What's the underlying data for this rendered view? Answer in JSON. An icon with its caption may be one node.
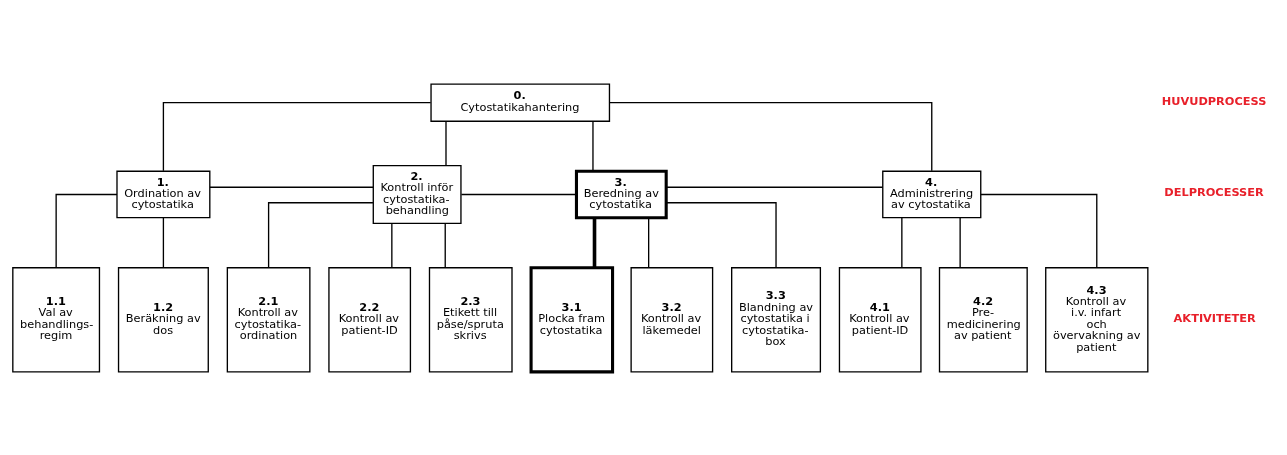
{
  "diagram": {
    "nodes": [
      {
        "text": [
          "0.",
          "Cytostatikahantering"
        ]
      },
      {
        "text": [
          "1.",
          "Ordination av cytostatika"
        ]
      },
      {
        "text": [
          "2.",
          "Kontroll inför cytostatika- behandling"
        ]
      },
      {
        "text": [
          "3.",
          "Beredning av cytostatika"
        ]
      },
      {
        "text": [
          "4.",
          "Administrering av cytostatika"
        ]
      },
      {
        "text": [
          "1.1",
          "Val av behandlings- regim"
        ]
      },
      {
        "text": [
          "1.2",
          "Beräkning av dos"
        ]
      },
      {
        "text": [
          "2.1",
          "Kontroll av cytostatika- ordination"
        ]
      },
      {
        "text": [
          "2.2",
          "Kontroll av patient-ID"
        ]
      },
      {
        "text": [
          "2.3",
          "Etikett till påse/spruta skrivs"
        ]
      },
      {
        "text": [
          "3.1",
          "Plocka fram cytostatika"
        ]
      },
      {
        "text": [
          "3.2",
          "Kontroll av läkemedel"
        ]
      },
      {
        "text": [
          "3.3",
          "Blandning av cytostatika i cytostatika- box"
        ]
      },
      {
        "text": [
          "4.1",
          "Kontroll av patient-ID"
        ]
      },
      {
        "text": [
          "4.2",
          "Pre- medicinering av patient"
        ]
      },
      {
        "text": [
          "4.3",
          "Kontroll av i.v. infart och övervakning av patient"
        ]
      }
    ],
    "edges": [
      {
        "from": 0,
        "to": 1,
        "arrow": "none"
      },
      {
        "from": 0,
        "to": 2,
        "arrow": "none"
      },
      {
        "from": 0,
        "to": 3,
        "arrow": "none"
      },
      {
        "from": 0,
        "to": 4,
        "arrow": "none"
      },
      {
        "from": 1,
        "to": 2,
        "arrow": "none"
      },
      {
        "from": 2,
        "to": 3,
        "arrow": "none"
      },
      {
        "from": 3,
        "to": 4,
        "arrow": "none"
      },
      {
        "from": 1,
        "to": 5,
        "arrow": "none"
      },
      {
        "from": 1,
        "to": 6,
        "arrow": "none"
      },
      {
        "from": 2,
        "to": 7,
        "arrow": "none"
      },
      {
        "from": 2,
        "to": 8,
        "arrow": "none"
      },
      {
        "from": 2,
        "to": 9,
        "arrow": "none"
      },
      {
        "from": 3,
        "to": 10,
        "arrow": "none",
        "style": "thick"
      },
      {
        "from": 3,
        "to": 11,
        "arrow": "none"
      },
      {
        "from": 3,
        "to": 12,
        "arrow": "none"
      },
      {
        "from": 4,
        "to": 13,
        "arrow": "none"
      },
      {
        "from": 4,
        "to": 14,
        "arrow": "none"
      },
      {
        "from": 4,
        "to": 15,
        "arrow": "none"
      }
    ],
    "labels": [
      "HUVUDPROCESS",
      "DELPROCESSER",
      "AKTIVITETER"
    ]
  }
}
